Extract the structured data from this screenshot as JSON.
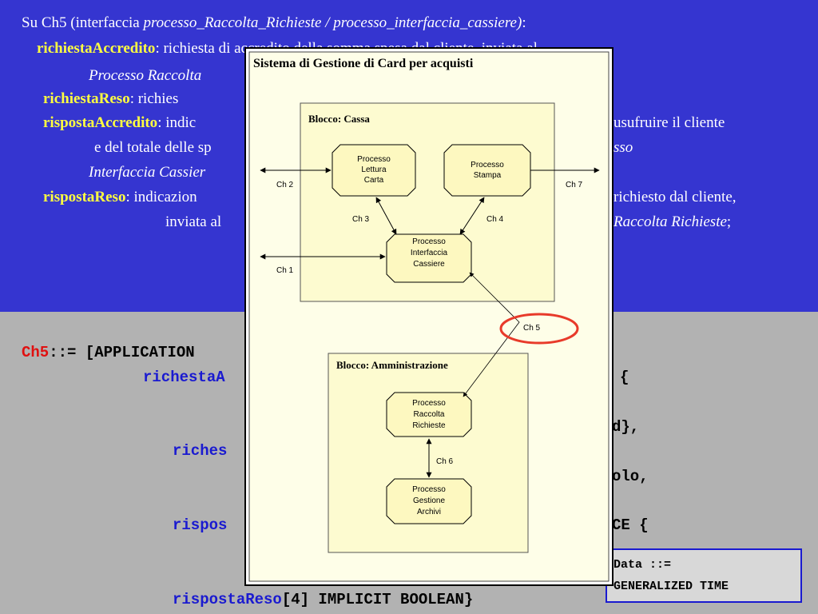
{
  "slide": {
    "line1_a": "Su Ch5 (interfaccia ",
    "line1_b": "processo_Raccolta_Richieste / processo_interfaccia_cassiere)",
    "line1_c": ":",
    "kw1": "richiestaAccredito",
    "line2_rest": ": richiesta di accredito della somma spesa dal cliente, inviata al",
    "line3": "Processo Raccolta",
    "kw2": "richiestaReso",
    "line4_rest": ":     richies",
    "kw3": "rispostaAccredito",
    "line5_rest": ": indic",
    "line5_right": "usufruire il cliente",
    "line6": "e del totale delle sp",
    "line6_right": "sso",
    "line7": "Interfaccia Cassier",
    "kw4": "rispostaReso",
    "line8_rest": ": indicazion",
    "line8_right": "richiesto dal cliente,",
    "line9": "inviata al",
    "line9_right": "Raccolta Richieste",
    "line9_end": ";"
  },
  "code": {
    "ch5": "Ch5",
    "assign": "::= [APPLICATION",
    "richesta": "richestaA",
    "brace1": "{",
    "card": "d},",
    "riches": "riches",
    "olo": "olo,",
    "rispos": "rispos",
    "ce": "CE {",
    "rispostaReso": "rispostaReso",
    "last": "[4] IMPLICIT BOOLEAN}"
  },
  "gt_box": {
    "line1": "Data ::=",
    "line2": "GENERALIZED TIME"
  },
  "diagram": {
    "title": "Sistema di Gestione di Card per acquisti",
    "blocco_cassa": "Blocco: Cassa",
    "blocco_admin": "Blocco: Amministrazione",
    "p_lettura": [
      "Processo",
      "Lettura",
      "Carta"
    ],
    "p_stampa": [
      "Processo",
      "Stampa"
    ],
    "p_interfaccia": [
      "Processo",
      "Interfaccia",
      "Cassiere"
    ],
    "p_raccolta": [
      "Processo",
      "Raccolta",
      "Richieste"
    ],
    "p_gestione": [
      "Processo",
      "Gestione",
      "Archivi"
    ],
    "ch1": "Ch 1",
    "ch2": "Ch 2",
    "ch3": "Ch 3",
    "ch4": "Ch 4",
    "ch5": "Ch 5",
    "ch6": "Ch 6",
    "ch7": "Ch 7"
  },
  "colors": {
    "slide_bg": "#3535d0",
    "code_bg": "#b2b2b2",
    "keyword": "#ffff40",
    "block_fill": "#fdfbd0",
    "highlight": "#e83a2a"
  }
}
